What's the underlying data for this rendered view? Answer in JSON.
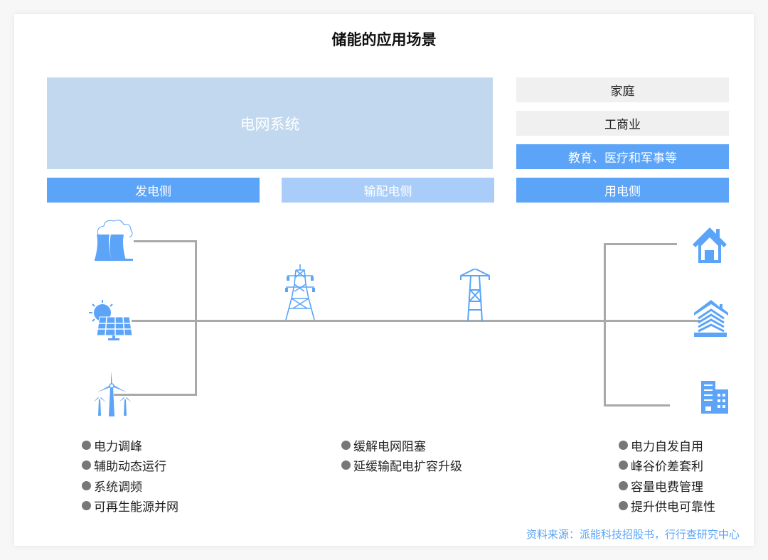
{
  "title": "储能的应用场景",
  "grid_box": "电网系统",
  "user_boxes": [
    "家庭",
    "工商业",
    "教育、医疗和军事等"
  ],
  "sides": {
    "generation": "发电侧",
    "transmission": "输配电侧",
    "consumption": "用电侧"
  },
  "lists": {
    "generation": [
      "电力调峰",
      "辅助动态运行",
      "系统调频",
      "可再生能源并网"
    ],
    "transmission": [
      "缓解电网阻塞",
      "延缓输配电扩容升级"
    ],
    "consumption": [
      "电力自发自用",
      "峰谷价差套利",
      "容量电费管理",
      "提升供电可靠性"
    ]
  },
  "source": "资料来源：派能科技招股书，行行查研究中心",
  "colors": {
    "accent": "#5ba4f8",
    "grid": "#c2d8ee",
    "light": "#a9cdf8",
    "line": "#a9a9a9"
  }
}
